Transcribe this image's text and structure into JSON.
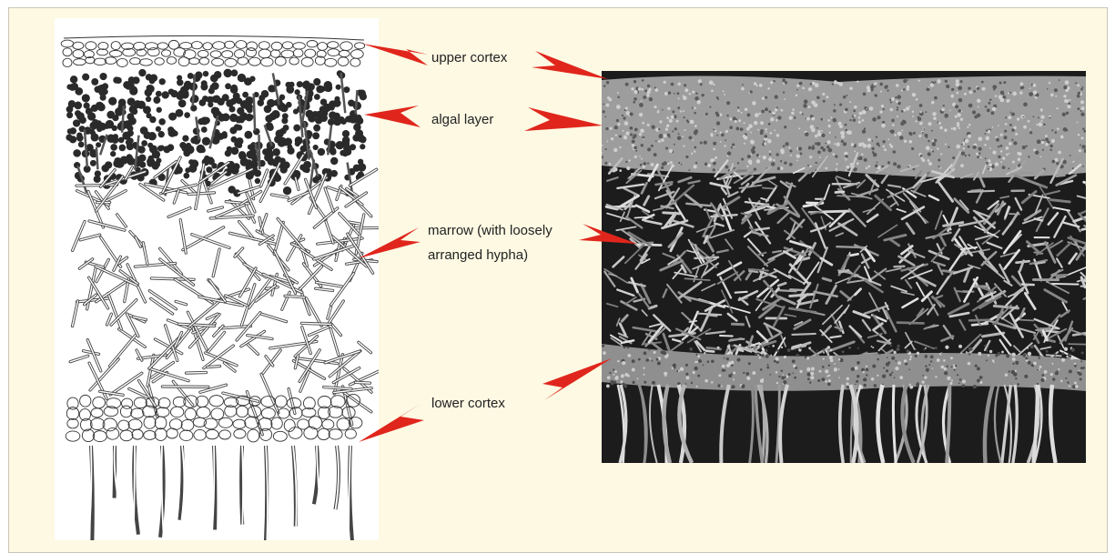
{
  "labels": {
    "upper_cortex": "upper cortex",
    "algal_layer": "algal layer",
    "marrow_line1": "marrow (with loosely",
    "marrow_line2": "arranged hypha)",
    "lower_cortex": "lower cortex"
  },
  "colors": {
    "background": "#fdf9e3",
    "arrow": "#e0261c",
    "ink": "#222222",
    "photo_dark": "#1c1c1c",
    "photo_light": "#c9c9c9"
  }
}
